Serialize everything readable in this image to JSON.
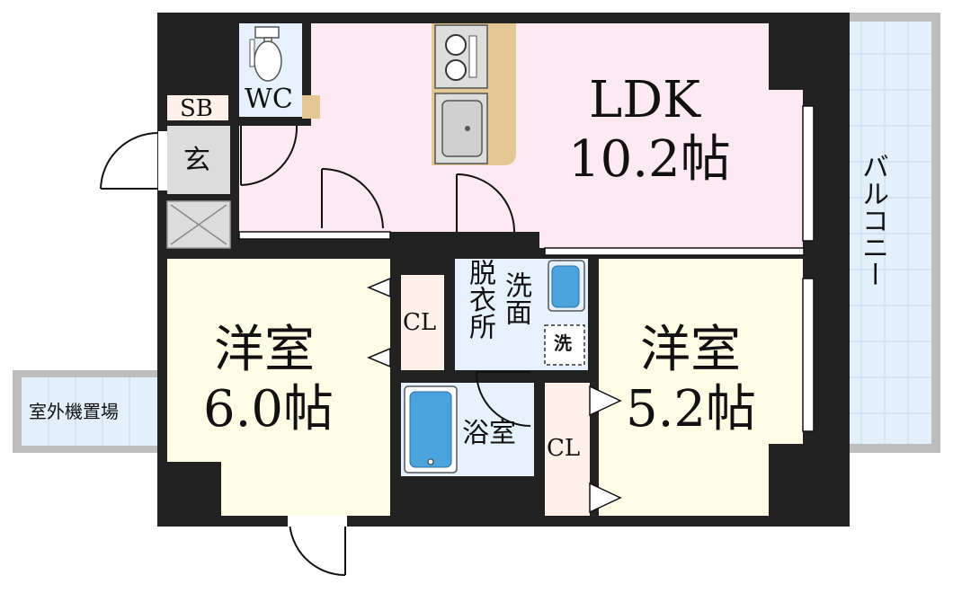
{
  "colors": {
    "wall": "#222222",
    "ldk": "#fde9f1",
    "western_room": "#fdfde6",
    "wet_area": "#e6f1fb",
    "closet": "#fdf1ea",
    "balcony_tile": "#e3effa",
    "hall": "#fde9f1",
    "counter": "#e3c896"
  },
  "rooms": {
    "ldk_name": "LDK",
    "ldk_size": "10.2帖",
    "western1_name": "洋室",
    "western1_size": "6.0帖",
    "western2_name": "洋室",
    "western2_size": "5.2帖",
    "wc": "WC",
    "sb": "SB",
    "entrance": "玄",
    "closet1": "CL",
    "closet2": "CL",
    "washroom": "洗面",
    "dressing": "脱衣所",
    "bath": "浴室",
    "washer": "洗",
    "balcony": "バルコニー",
    "outdoor_unit": "室外機置場"
  },
  "icons": [
    "toilet-icon",
    "stove-icon",
    "sink-icon",
    "washbasin-icon",
    "bathtub-icon",
    "washing-machine-icon"
  ]
}
